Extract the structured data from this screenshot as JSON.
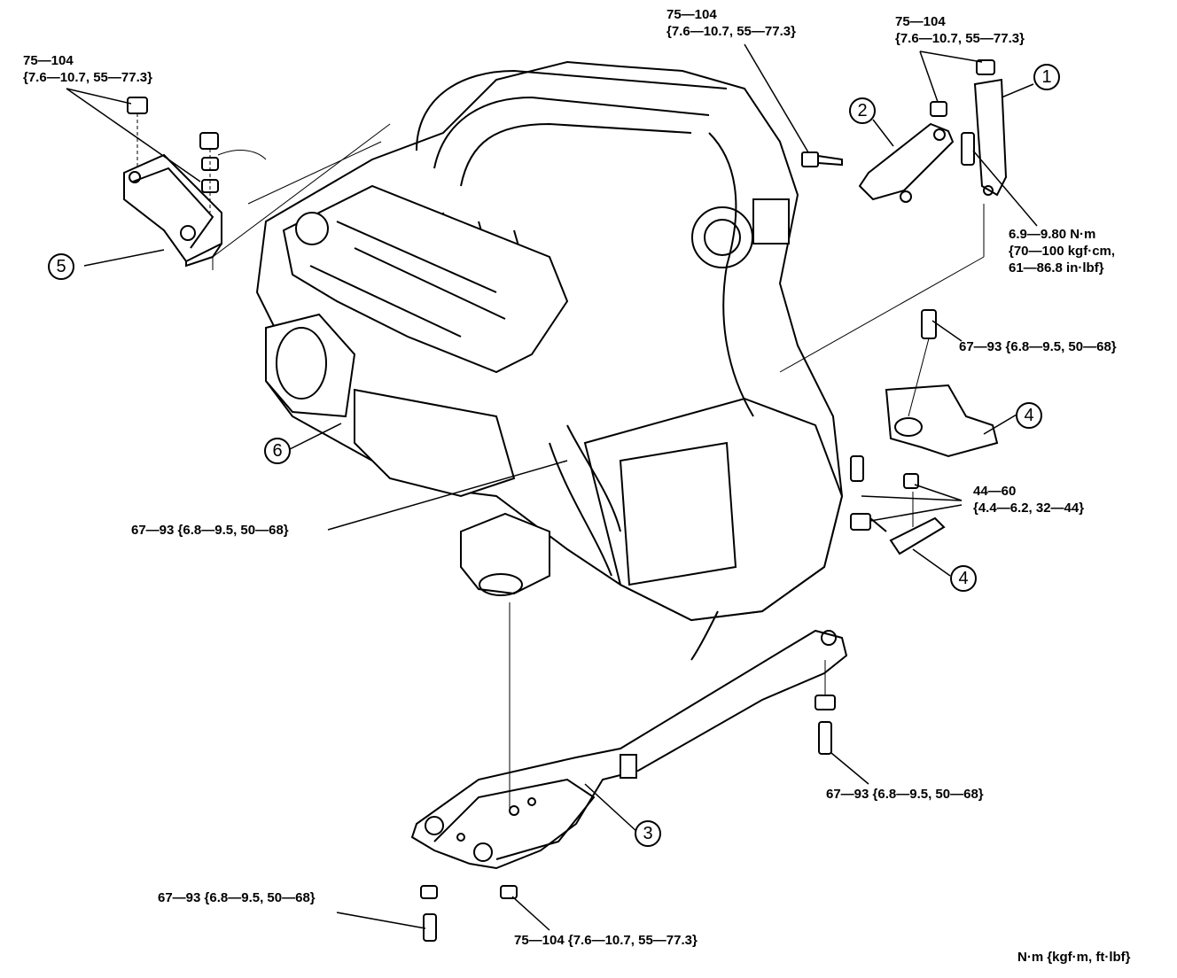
{
  "torques": {
    "t1": "75—104",
    "t1b": "{7.6—10.7, 55—77.3}",
    "t2": "75—104",
    "t2b": "{7.6—10.7, 55—77.3}",
    "t3": "75—104",
    "t3b": "{7.6—10.7, 55—77.3}",
    "t4a": "6.9—9.80 N·m",
    "t4b": "{70—100 kgf·cm,",
    "t4c": "61—86.8 in·lbf}",
    "t5": "67—93 {6.8—9.5, 50—68}",
    "t6": "44—60",
    "t6b": "{4.4—6.2, 32—44}",
    "t7": "67—93 {6.8—9.5, 50—68}",
    "t8": "67—93 {6.8—9.5, 50—68}",
    "t9": "67—93 {6.8—9.5, 50—68}",
    "t10": "75—104 {7.6—10.7, 55—77.3}"
  },
  "callouts": {
    "c1": "1",
    "c2": "2",
    "c3": "3",
    "c4a": "4",
    "c4b": "4",
    "c5": "5",
    "c6": "6"
  },
  "units": "N·m {kgf·m, ft·lbf}"
}
